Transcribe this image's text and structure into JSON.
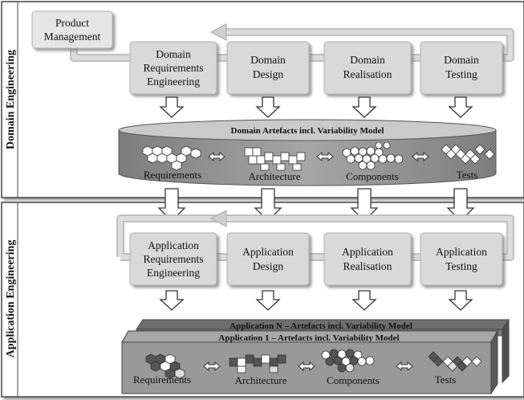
{
  "domain_engineering": {
    "band_label": "Domain Engineering",
    "product_management": [
      "Product",
      "Management"
    ],
    "processes": [
      {
        "lines": [
          "Domain",
          "Requirements",
          "Engineering"
        ]
      },
      {
        "lines": [
          "Domain",
          "Design"
        ]
      },
      {
        "lines": [
          "Domain",
          "Realisation"
        ]
      },
      {
        "lines": [
          "Domain",
          "Testing"
        ]
      }
    ],
    "artefacts_title": "Domain Artefacts incl. Variability Model",
    "artefact_labels": [
      "Requirements",
      "Architecture",
      "Components",
      "Tests"
    ]
  },
  "application_engineering": {
    "band_label": "Application Engineering",
    "processes": [
      {
        "lines": [
          "Application",
          "Requirements",
          "Engineering"
        ]
      },
      {
        "lines": [
          "Application",
          "Design"
        ]
      },
      {
        "lines": [
          "Application",
          "Realisation"
        ]
      },
      {
        "lines": [
          "Application",
          "Testing"
        ]
      }
    ],
    "artefacts_title_n": "Application N – Artefacts incl. Variability Model",
    "artefacts_title_1": "Application 1 – Artefacts incl. Variability Model",
    "artefact_labels": [
      "Requirements",
      "Architecture",
      "Components",
      "Tests"
    ]
  },
  "colors": {
    "process_box": "#d9d9d9",
    "loop": "#bfbfbf",
    "cylinder": "#8c8c8c",
    "cylinder_top": "#c9c9c9",
    "slab": "#8f8f8f",
    "slab_dark": "#5e5e5e"
  }
}
